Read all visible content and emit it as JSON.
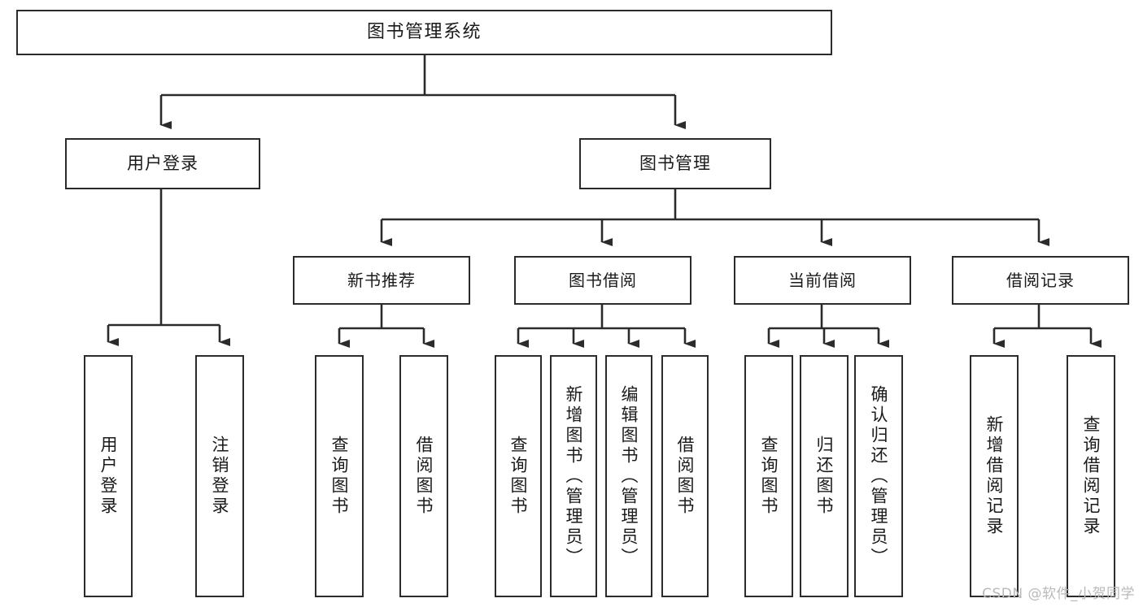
{
  "diagram": {
    "title": "图书管理系统",
    "type": "hierarchy-tree",
    "root": {
      "id": "root",
      "label": "图书管理系统"
    },
    "level1": [
      {
        "id": "user-login",
        "label": "用户登录"
      },
      {
        "id": "book-manage",
        "label": "图书管理"
      }
    ],
    "level2": [
      {
        "id": "new-book-rec",
        "label": "新书推荐",
        "parent": "book-manage"
      },
      {
        "id": "book-borrow",
        "label": "图书借阅",
        "parent": "book-manage"
      },
      {
        "id": "current-borrow",
        "label": "当前借阅",
        "parent": "book-manage"
      },
      {
        "id": "borrow-record",
        "label": "借阅记录",
        "parent": "book-manage"
      }
    ],
    "leaves": [
      {
        "id": "leaf-user-login",
        "label": "用户登录",
        "parent": "user-login"
      },
      {
        "id": "leaf-logout",
        "label": "注销登录",
        "parent": "user-login"
      },
      {
        "id": "leaf-query-book-1",
        "label": "查询图书",
        "parent": "new-book-rec"
      },
      {
        "id": "leaf-borrow-book-1",
        "label": "借阅图书",
        "parent": "new-book-rec"
      },
      {
        "id": "leaf-query-book-2",
        "label": "查询图书",
        "parent": "book-borrow"
      },
      {
        "id": "leaf-add-book",
        "label": "新增图书（管理员）",
        "parent": "book-borrow"
      },
      {
        "id": "leaf-edit-book",
        "label": "编辑图书（管理员）",
        "parent": "book-borrow"
      },
      {
        "id": "leaf-borrow-book-2",
        "label": "借阅图书",
        "parent": "book-borrow"
      },
      {
        "id": "leaf-query-book-3",
        "label": "查询图书",
        "parent": "current-borrow"
      },
      {
        "id": "leaf-return-book",
        "label": "归还图书",
        "parent": "current-borrow"
      },
      {
        "id": "leaf-confirm-return",
        "label": "确认归还（管理员）",
        "parent": "current-borrow"
      },
      {
        "id": "leaf-add-record",
        "label": "新增借阅记录",
        "parent": "borrow-record"
      },
      {
        "id": "leaf-query-record",
        "label": "查询借阅记录",
        "parent": "borrow-record"
      }
    ],
    "colors": {
      "stroke": "#2b2b2b",
      "fill": "#ffffff",
      "text": "#1a1a1a",
      "watermark": "#b9b9b9"
    }
  },
  "watermark": {
    "text": "CSDN @软件_小贺同学"
  }
}
